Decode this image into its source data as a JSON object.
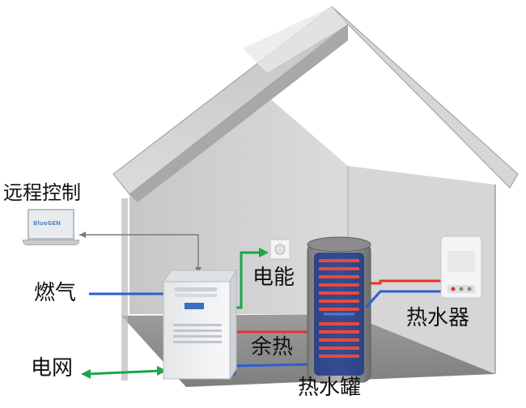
{
  "labels": {
    "remote_control": "远程控制",
    "gas": "燃气",
    "grid": "电网",
    "electricity": "电能",
    "waste_heat": "余热",
    "water_tank": "热水罐",
    "water_heater": "热水器"
  },
  "laptop_logo": "BlueGEN",
  "colors": {
    "hot_pipe": "#e8322b",
    "cold_pipe": "#2a5fd0",
    "power_line": "#1aa64a",
    "control_line": "#7a7a7a",
    "wall": "#c9c9c9",
    "floor": "#8e8e8e"
  }
}
